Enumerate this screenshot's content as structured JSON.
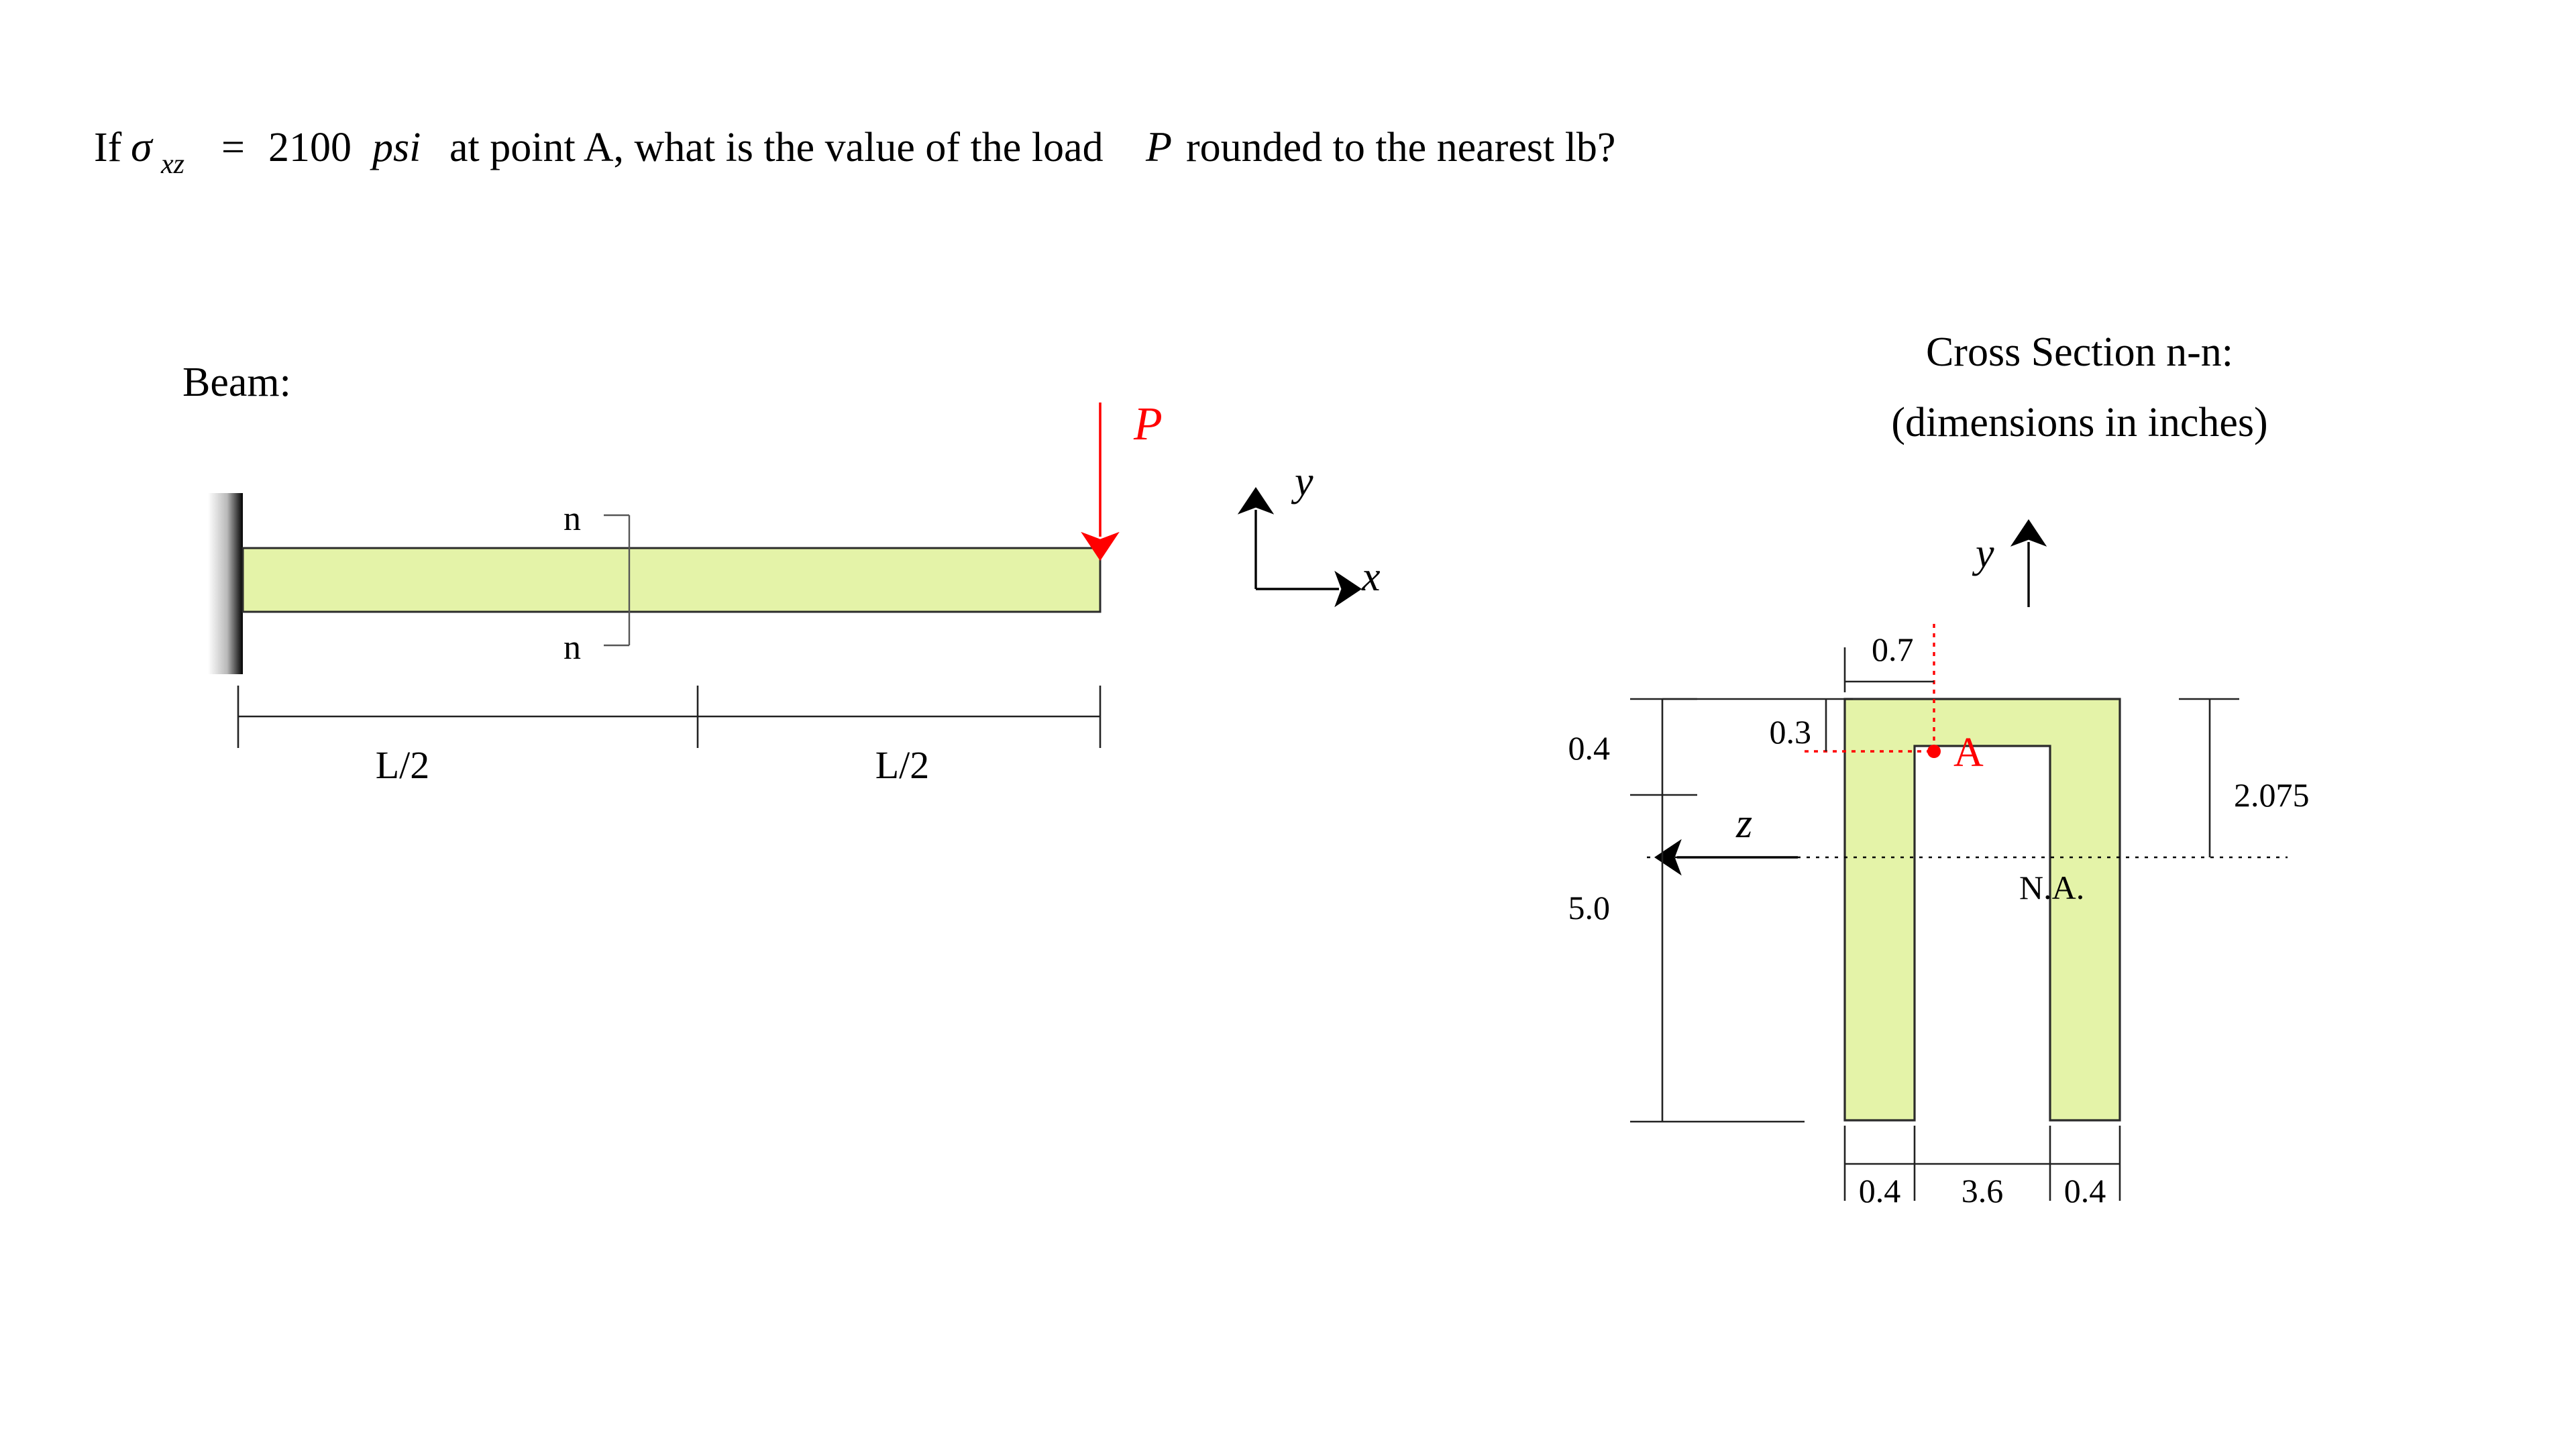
{
  "problem": {
    "statement_parts": {
      "lead": "If",
      "sigma_symbol": "σ",
      "sigma_subscript": "xz",
      "equals": "=",
      "stress_value": "2100",
      "stress_units": "psi",
      "mid": "at point A, what is the value of the load",
      "load_symbol": "P",
      "tail": "rounded to the nearest lb?"
    },
    "full_statement": "If σxz = 2100 psi at point A, what is the value of the load P rounded to the nearest lb?"
  },
  "beam_figure": {
    "title": "Beam:",
    "load_label": "P",
    "section_mark_top": "n",
    "section_mark_bottom": "n",
    "length_left_label": "L/2",
    "length_right_label": "L/2",
    "axes": {
      "y_label": "y",
      "x_label": "x"
    },
    "support_type": "fixed-wall",
    "beam_fill": "#e4f3a8",
    "load_color": "#ff0000"
  },
  "cross_section": {
    "title_line1": "Cross Section n-n:",
    "title_line2": "(dimensions in inches)",
    "axes": {
      "y_label": "y",
      "z_label": "z"
    },
    "point_label": "A",
    "neutral_axis_label": "N.A.",
    "dimensions": {
      "top_offset_horizontal": "0.7",
      "flange_thickness_left": "0.4",
      "point_depth": "0.3",
      "total_height": "5.0",
      "centroid_from_top": "2.075",
      "web_left_thickness": "0.4",
      "inner_width": "3.6",
      "web_right_thickness": "0.4"
    },
    "section_fill": "#e4f3a8",
    "point_color": "#ff0000"
  }
}
